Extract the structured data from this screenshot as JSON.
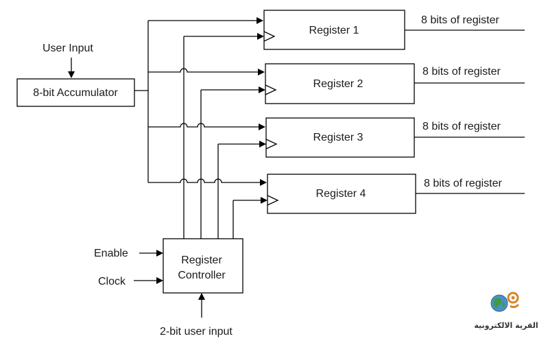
{
  "diagram": {
    "user_input_label": "User Input",
    "accumulator_label": "8-bit Accumulator",
    "registers": [
      {
        "label": "Register 1",
        "output_label": "8 bits of register"
      },
      {
        "label": "Register 2",
        "output_label": "8 bits of register"
      },
      {
        "label": "Register 3",
        "output_label": "8 bits of register"
      },
      {
        "label": "Register 4",
        "output_label": "8 bits of register"
      }
    ],
    "controller": {
      "line1": "Register",
      "line2": "Controller"
    },
    "enable_label": "Enable",
    "clock_label": "Clock",
    "two_bit_input_label": "2-bit user input"
  },
  "watermark": {
    "text": "القرية الالكترونية",
    "icon": "globe-gear-icon"
  },
  "colors": {
    "line": "#000000",
    "text": "#1a1a1a",
    "background": "#ffffff"
  }
}
